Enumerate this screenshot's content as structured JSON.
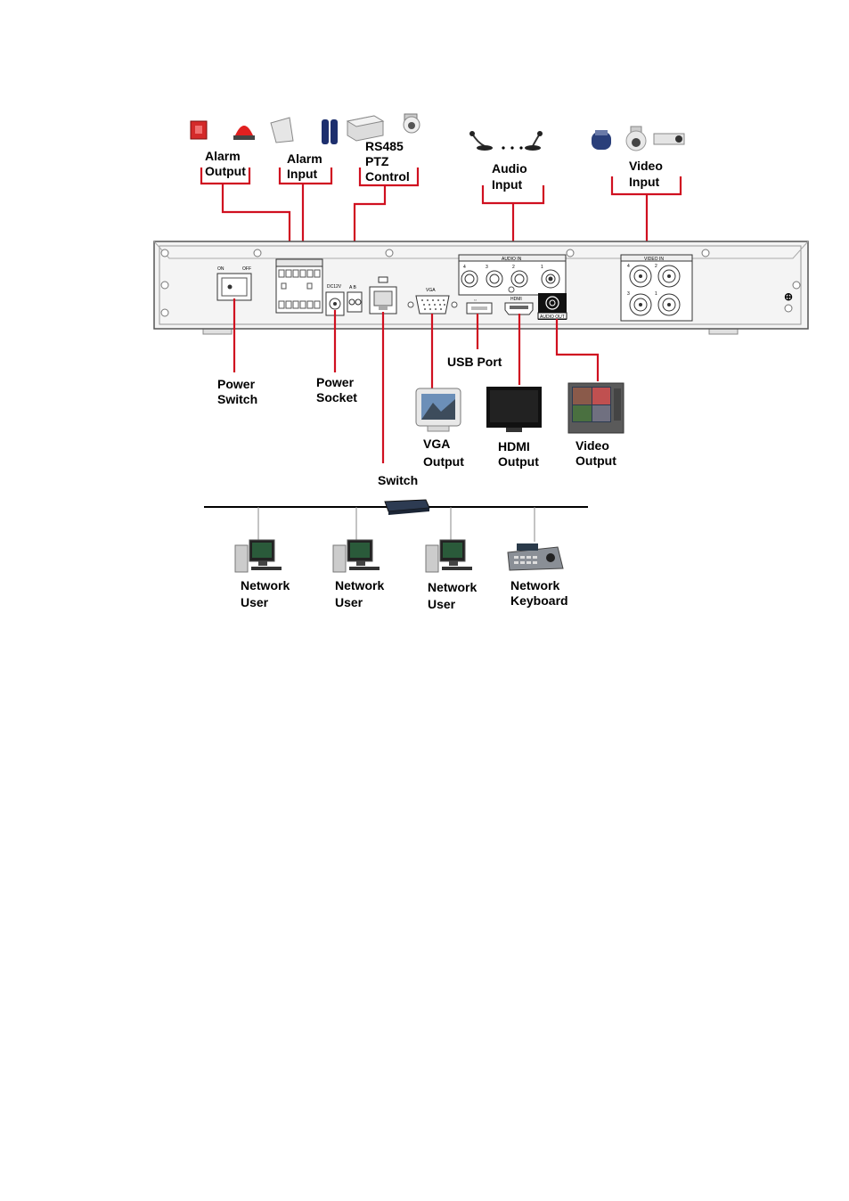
{
  "labels": {
    "alarm_output": [
      "Alarm",
      "Output"
    ],
    "alarm_input": [
      "Alarm",
      "Input"
    ],
    "rs485": [
      "RS485",
      "PTZ",
      "Control"
    ],
    "audio_input": [
      "Audio",
      "Input"
    ],
    "video_input": [
      "Video",
      "Input"
    ],
    "power_switch": [
      "Power",
      "Switch"
    ],
    "power_socket": [
      "Power",
      "Socket"
    ],
    "usb_port": "USB Port",
    "vga_output": [
      "VGA",
      "Output"
    ],
    "hdmi_output": [
      "HDMI",
      "Output"
    ],
    "video_output": [
      "Video",
      "Output"
    ],
    "switch": "Switch",
    "network_user_1": [
      "Network",
      "User"
    ],
    "network_user_2": [
      "Network",
      "User"
    ],
    "network_user_3": [
      "Network",
      "User"
    ],
    "network_keyboard": [
      "Network",
      "Keyboard"
    ]
  },
  "panel_text": {
    "on": "ON",
    "off": "OFF",
    "dc12v": "DC12V",
    "ab": "A B",
    "vga": "VGA",
    "audio_in": "AUDIO IN",
    "audio_out": "AUDIO OUT",
    "video_in": "VIDEO IN",
    "hdmi": "HDMI",
    "audio_ch": [
      "4",
      "3",
      "2",
      "1"
    ],
    "video_ch": [
      "4",
      "2",
      "3",
      "1"
    ]
  },
  "colors": {
    "connector_line": "#d01020",
    "panel_fill": "#f4f4f4",
    "panel_stroke": "#555555"
  }
}
